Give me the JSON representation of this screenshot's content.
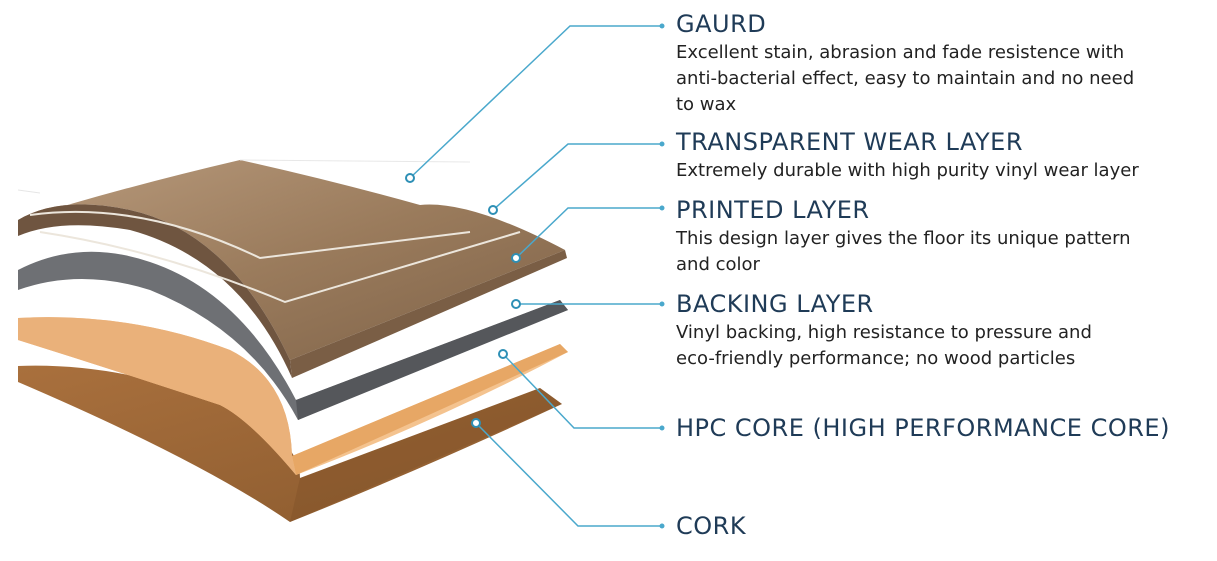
{
  "layers": [
    {
      "title": "GAURD",
      "description_lines": [
        "Excellent stain, abrasion and fade resistence with",
        "anti-bacterial effect, easy to maintain and no need",
        "to wax"
      ]
    },
    {
      "title": "TRANSPARENT WEAR LAYER",
      "description_lines": [
        "Extremely durable with high purity vinyl wear layer"
      ]
    },
    {
      "title": "PRINTED LAYER",
      "description_lines": [
        "This design layer gives the floor its unique pattern",
        "and color"
      ]
    },
    {
      "title": "BACKING LAYER",
      "description_lines": [
        "Vinyl backing, high resistance to pressure and",
        "eco-friendly performance; no wood particles"
      ]
    },
    {
      "title": "HPC CORE (HIGH PERFORMANCE CORE)",
      "description_lines": []
    },
    {
      "title": "CORK",
      "description_lines": []
    }
  ],
  "colors": {
    "leader_line": "#4aa8cc",
    "title_text": "#1f3b57",
    "wood": "#9a7b5c",
    "backing": "#6e7074",
    "hpc_core": "#f4c38f",
    "cork": "#9a6536"
  }
}
